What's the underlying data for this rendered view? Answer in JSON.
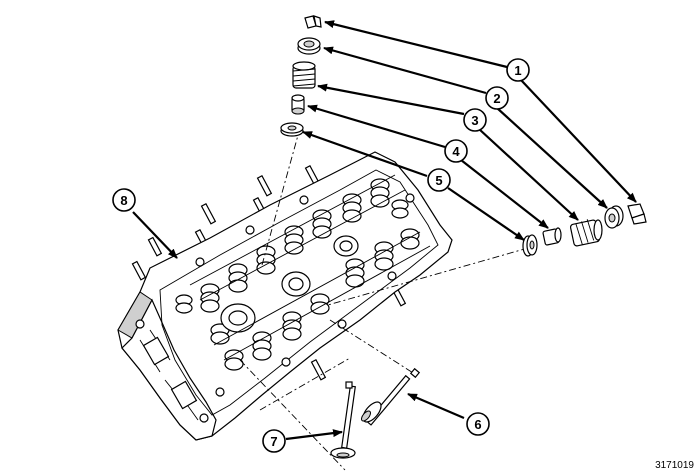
{
  "figure_id": "3171019",
  "callouts": [
    {
      "num": "1"
    },
    {
      "num": "2"
    },
    {
      "num": "3"
    },
    {
      "num": "4"
    },
    {
      "num": "5"
    },
    {
      "num": "6"
    },
    {
      "num": "7"
    },
    {
      "num": "8"
    }
  ],
  "colors": {
    "line": "#000000",
    "shade": "#cfcfcf",
    "background": "#ffffff"
  }
}
